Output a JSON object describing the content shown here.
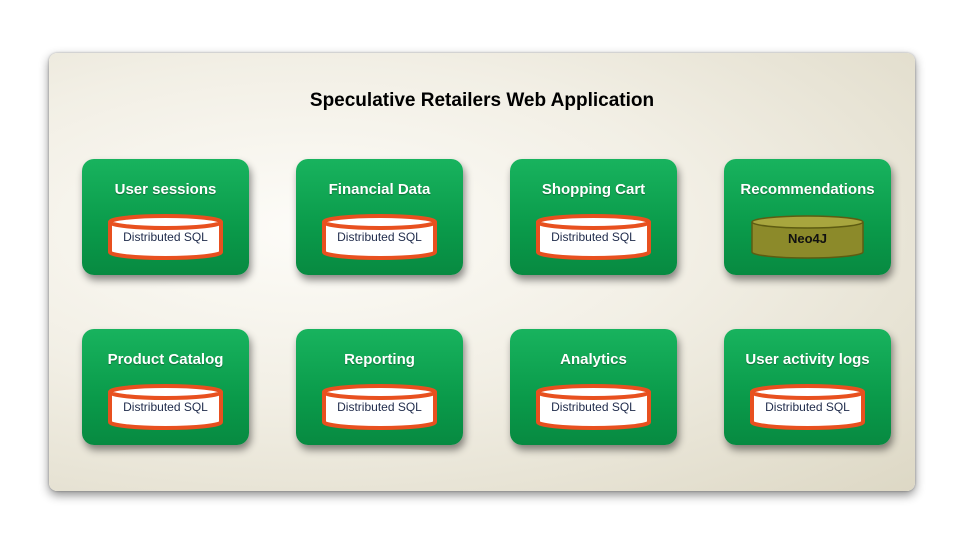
{
  "title": "Speculative Retailers Web Application",
  "colors": {
    "card": "#0f9f4f",
    "sql_db_fill": "#ffffff",
    "sql_db_border": "#e8501f",
    "neo4j_db_fill": "#8c8a2a"
  },
  "services": [
    {
      "label": "User sessions",
      "db": "Distributed SQL"
    },
    {
      "label": "Financial Data",
      "db": "Distributed SQL"
    },
    {
      "label": "Shopping Cart",
      "db": "Distributed SQL"
    },
    {
      "label": "Recommendations",
      "db": "Neo4J"
    },
    {
      "label": "Product Catalog",
      "db": "Distributed SQL"
    },
    {
      "label": "Reporting",
      "db": "Distributed SQL"
    },
    {
      "label": "Analytics",
      "db": "Distributed SQL"
    },
    {
      "label": "User activity logs",
      "db": "Distributed SQL"
    }
  ]
}
